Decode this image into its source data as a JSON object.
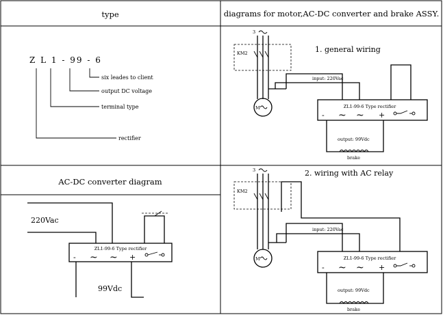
{
  "table": {
    "header_type": "type",
    "header_diagrams": "diagrams for motor,AC-DC converter and brake ASSY.",
    "header_converter": "AC-DC converter diagram"
  },
  "model_code": {
    "code": "Z L 1 - 99 - 6",
    "labels": [
      "six leades to client",
      "output DC voltage",
      "terminal type",
      "rectifier"
    ]
  },
  "converter_diagram": {
    "input": "220Vac",
    "output": "99Vdc",
    "rectifier_label": "ZL1-99-6 Type rectifier",
    "minus": "-",
    "tilde": "~",
    "plus": "+"
  },
  "wiring1": {
    "title": "1. general wiring",
    "phase": "3",
    "contactor": "KM2",
    "input_label": "input: 220Vac",
    "rectifier_label": "ZL1-99-6 Type rectifier",
    "output_label": "output: 99Vdc",
    "brake_label": "brake",
    "motor_symbol": "M",
    "minus": "-",
    "tilde": "~",
    "plus": "+"
  },
  "wiring2": {
    "title": "2. wiring with AC relay",
    "phase": "3",
    "contactor": "KM2",
    "input_label": "input: 220Vac",
    "rectifier_label": "ZL1-99-6 Type rectifier",
    "output_label": "output: 99Vdc",
    "brake_label": "brake",
    "motor_symbol": "M",
    "minus": "-",
    "tilde": "~",
    "plus": "+"
  }
}
